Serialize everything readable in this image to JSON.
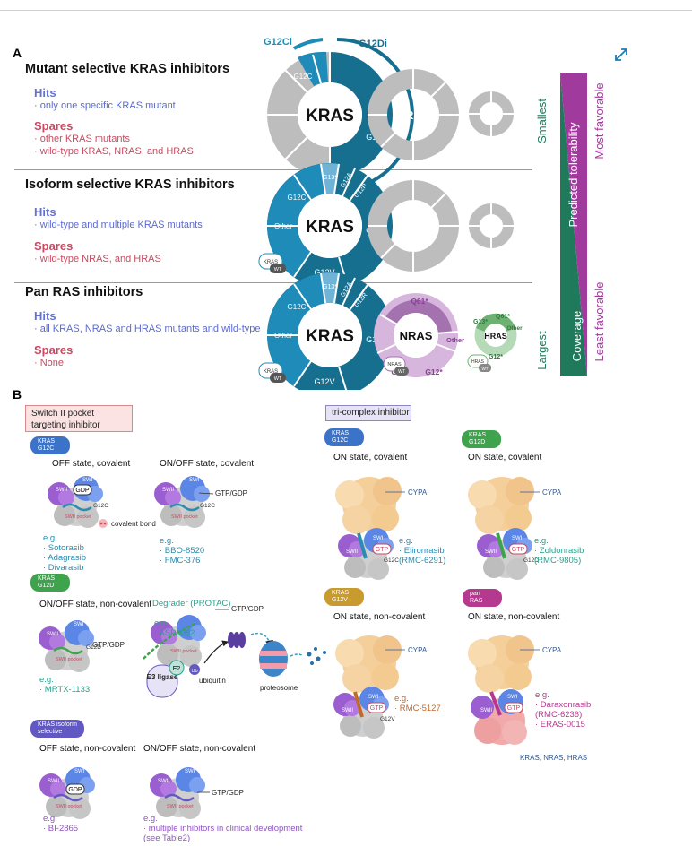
{
  "panels": {
    "a": "A",
    "b": "B"
  },
  "panel_a": {
    "sections": [
      {
        "title": "Mutant selective KRAS inhibitors",
        "hits_label": "Hits",
        "hits": [
          "· only one specific KRAS mutant"
        ],
        "spares_label": "Spares",
        "spares": [
          "· other KRAS mutants",
          "· wild-type KRAS, NRAS, and HRAS"
        ]
      },
      {
        "title": "Isoform selective KRAS inhibitors",
        "hits_label": "Hits",
        "hits": [
          "· wild-type and multiple KRAS mutants"
        ],
        "spares_label": "Spares",
        "spares": [
          "· wild-type NRAS, and HRAS"
        ]
      },
      {
        "title": "Pan RAS inhibitors",
        "hits_label": "Hits",
        "hits": [
          "· all KRAS, NRAS and HRAS mutants and wild-type"
        ],
        "spares_label": "Spares",
        "spares": [
          "· None"
        ]
      }
    ],
    "donuts": {
      "kras": "KRAS",
      "nras": "NRAS",
      "hras": "HRAS",
      "g12ci": "G12Ci",
      "g12di": "G12Di",
      "g12c": "G12C",
      "g12d": "G12D",
      "g13": "G13*",
      "g12a": "G12A",
      "g12r": "G12R",
      "other": "Other",
      "g12v": "G12V",
      "wt": "WT",
      "q61": "Q61*",
      "g12": "G12*",
      "nras_other": "Other",
      "hras_g13": "G13*",
      "hras_q61": "Q61*",
      "hras_other": "Other",
      "hras_g12": "G12*"
    },
    "scale": {
      "smallest": "Smallest",
      "largest": "Largest",
      "coverage": "Coverage",
      "tolerability": "Predicted tolerability",
      "most_favorable": "Most favorable",
      "least_favorable": "Least favorable"
    },
    "colors": {
      "dark_teal": "#176f8f",
      "mid_teal": "#1e8bb8",
      "light_teal": "#6fb3d6",
      "gray": "#bdbdbd",
      "green": "#1f7a5c",
      "purple": "#a13a9d"
    }
  },
  "panel_b": {
    "switch_box": "Switch II pocket targeting inhibitor",
    "tri_box": "tri-complex inhibitor",
    "pills": {
      "kras_g12c": "KRAS G12C",
      "kras_g12d": "KRAS G12D",
      "kras_isoform": "KRAS isoform selective",
      "tri_g12c": "KRAS G12C",
      "tri_g12d": "KRAS G12D",
      "tri_g12v": "KRAS G12V",
      "pan_ras": "pan RAS"
    },
    "states": {
      "off_cov": "OFF state, covalent",
      "onoff_cov": "ON/OFF state, covalent",
      "onoff_noncov_g12d": "ON/OFF state, non-covalent",
      "off_noncov": "OFF state, non-covalent",
      "onoff_noncov_iso": "ON/OFF state, non-covalent",
      "on_cov_1": "ON state, covalent",
      "on_cov_2": "ON state, covalent",
      "on_noncov_1": "ON state, non-covalent",
      "on_noncov_2": "ON state, non-covalent"
    },
    "labels": {
      "swi": "SWI",
      "swii": "SWII",
      "gdp": "GDP",
      "gtp": "GTP",
      "g12c": "G12C",
      "g12d": "G12D",
      "g12v": "G12V",
      "swii_pocket": "SWII pocket",
      "covalent_bond": "covalent bond",
      "gtp_gdp": "GTP/GDP",
      "cypa": "CYPA",
      "degrader": "Degrader\n(PROTAC)",
      "e3": "E3\nligase",
      "e2": "E2",
      "ub": "Ub",
      "ubiquitin": "ubiquitin",
      "proteosome": "proteosome",
      "kras_nras_hras": "KRAS, NRAS, HRAS"
    },
    "examples": {
      "g12c_off": [
        "e.g.",
        "· Sotorasib",
        "· Adagrasib",
        "· Divarasib"
      ],
      "g12c_onoff": [
        "e.g.",
        "· BBO-8520",
        "· FMC-376"
      ],
      "g12d_noncov": [
        "e.g.",
        "· MRTX-1133"
      ],
      "degrader": [
        "e.g.",
        "· ASP3082"
      ],
      "iso_off": [
        "e.g.",
        "· BI-2865"
      ],
      "iso_onoff": [
        "e.g.",
        "· multiple inhibitors in clinical development",
        "(see Table2)"
      ],
      "tri_g12c": [
        "e.g.",
        "· Elironrasib",
        "(RMC-6291)"
      ],
      "tri_g12d": [
        "e.g.",
        "· Zoldonrasib",
        "(RMC-9805)"
      ],
      "tri_g12v": [
        "e.g.",
        "· RMC-5127"
      ],
      "tri_pan": [
        "e.g.",
        "· Daraxonrasib",
        "(RMC-6236)",
        "· ERAS-0015"
      ]
    }
  }
}
